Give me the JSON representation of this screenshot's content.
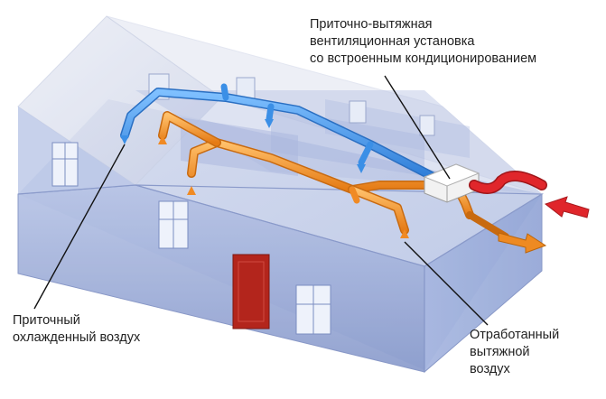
{
  "labels": {
    "unit": {
      "lines": [
        "Приточно-вытяжная",
        "вентиляционная установка",
        "со встроенным кондиционированием"
      ]
    },
    "supply_air": {
      "lines": [
        "Приточный",
        "охлажденный воздух"
      ]
    },
    "exhaust_air": {
      "lines": [
        "Отработанный",
        "вытяжной",
        "воздух"
      ]
    }
  },
  "colors": {
    "supply_duct": "#3b8fe6",
    "exhaust_duct": "#f08a24",
    "outdoor_intake": "#e0262b",
    "exhaust_outlet": "#ee8a22",
    "walls": "#9fb0d8",
    "floor": "#aab8dc",
    "door": "#b3251c",
    "unit": "#f2f2f2"
  },
  "icons": {
    "intake_arrow": "arrow-left-icon",
    "outlet_arrow": "arrow-right-icon",
    "supply_vent": "arrow-down-icon",
    "exhaust_vent": "arrow-up-icon"
  }
}
